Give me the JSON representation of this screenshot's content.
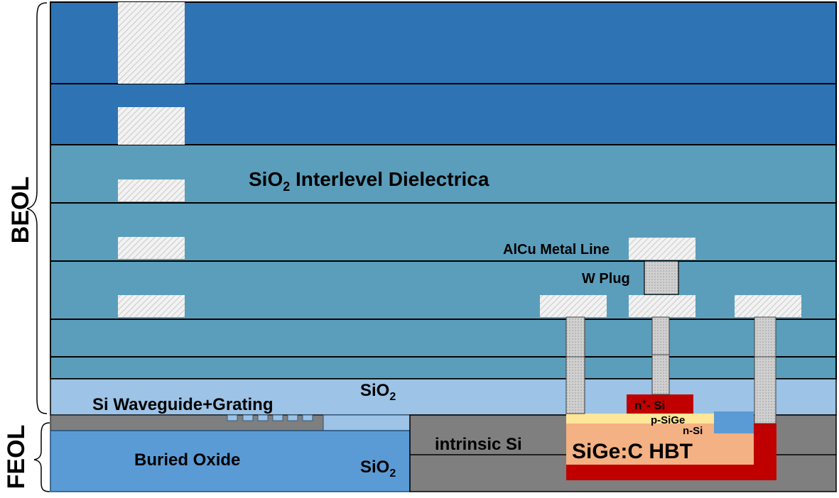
{
  "side_labels": {
    "beol": "BEOL",
    "feol": "FEOL"
  },
  "labels": {
    "ild_main": "SiO",
    "ild_sub": "2",
    "ild_rest": " Interlevel Dielectrica",
    "alcu": "AlCu Metal Line",
    "wplug": "W Plug",
    "waveguide": "Si Waveguide+Grating",
    "sio2_upper_main": "SiO",
    "sio2_upper_sub": "2",
    "sio2_lower_main": "SiO",
    "sio2_lower_sub": "2",
    "buried_oxide": "Buried Oxide",
    "intrinsic": "intrinsic Si",
    "hbt": "SiGe:C HBT",
    "n_plus_a": "n",
    "n_plus_sup": "+",
    "n_plus_b": "- Si",
    "p_sige": "p-SiGe",
    "n_si": "n-Si"
  },
  "colors": {
    "dark_blue": "#2E74B5",
    "teal": "#5B9EBB",
    "light_blue": "#9DC3E6",
    "mid_blue": "#5B9BD5",
    "gray": "#7F7F7F",
    "red": "#C00000",
    "salmon": "#F4B183",
    "yellow": "#FFE699"
  }
}
